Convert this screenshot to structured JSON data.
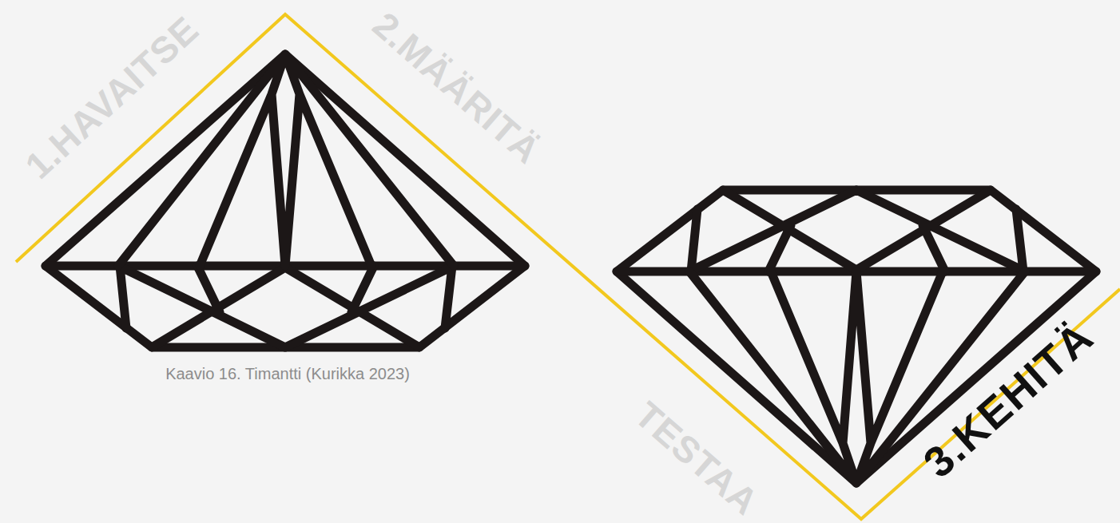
{
  "diagram": {
    "caption": "Kaavio 16. Timantti (Kurikka 2023)",
    "labels": [
      "1.HAVAITSE",
      "2.MÄÄRITÄ",
      "TESTAA",
      "3.KEHITÄ"
    ]
  }
}
